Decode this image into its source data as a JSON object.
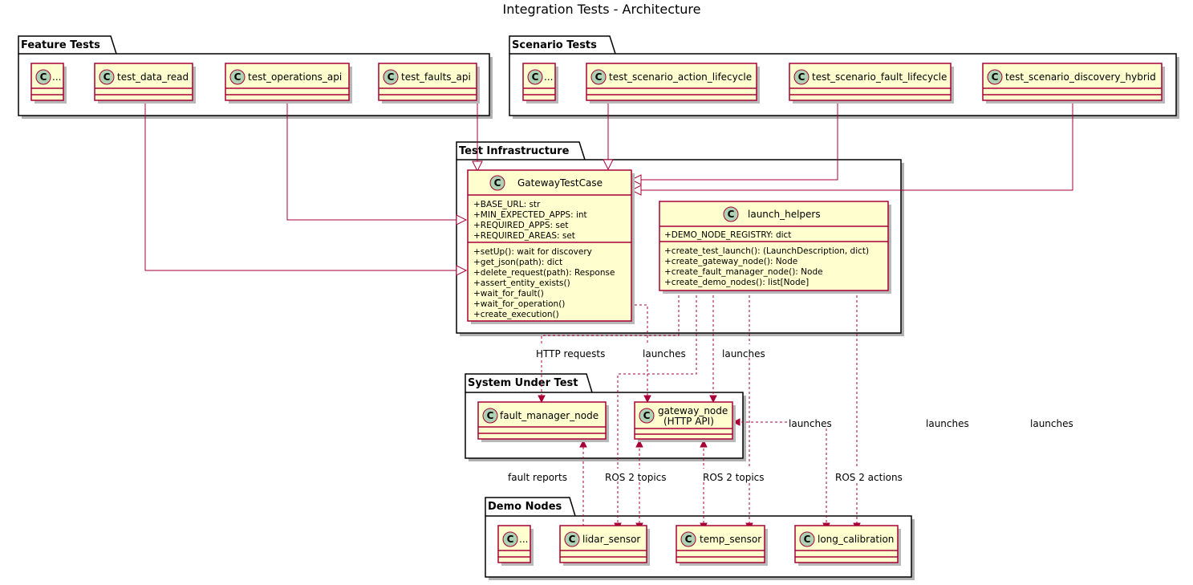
{
  "title": "Integration Tests - Architecture",
  "packages": {
    "feature_tests": {
      "name": "Feature Tests"
    },
    "scenario_tests": {
      "name": "Scenario Tests"
    },
    "test_infrastructure": {
      "name": "Test Infrastructure"
    },
    "system_under_test": {
      "name": "System Under Test"
    },
    "demo_nodes": {
      "name": "Demo Nodes"
    }
  },
  "classes": {
    "feature_ellipsis": {
      "name": "..."
    },
    "test_data_read": {
      "name": "test_data_read"
    },
    "test_operations_api": {
      "name": "test_operations_api"
    },
    "test_faults_api": {
      "name": "test_faults_api"
    },
    "scenario_ellipsis": {
      "name": "..."
    },
    "test_scenario_action_lifecycle": {
      "name": "test_scenario_action_lifecycle"
    },
    "test_scenario_fault_lifecycle": {
      "name": "test_scenario_fault_lifecycle"
    },
    "test_scenario_discovery_hybrid": {
      "name": "test_scenario_discovery_hybrid"
    },
    "gateway_test_case": {
      "name": "GatewayTestCase",
      "fields": [
        "+BASE_URL: str",
        "+MIN_EXPECTED_APPS: int",
        "+REQUIRED_APPS: set",
        "+REQUIRED_AREAS: set"
      ],
      "methods": [
        "+setUp(): wait for discovery",
        "+get_json(path): dict",
        "+delete_request(path): Response",
        "+assert_entity_exists()",
        "+wait_for_fault()",
        "+wait_for_operation()",
        "+create_execution()"
      ]
    },
    "launch_helpers": {
      "name": "launch_helpers",
      "fields": [
        "+DEMO_NODE_REGISTRY: dict"
      ],
      "methods": [
        "+create_test_launch(): (LaunchDescription, dict)",
        "+create_gateway_node(): Node",
        "+create_fault_manager_node(): Node",
        "+create_demo_nodes(): list[Node]"
      ]
    },
    "fault_manager_node": {
      "name": "fault_manager_node"
    },
    "gateway_node": {
      "name_line1": "gateway_node",
      "name_line2": "(HTTP API)"
    },
    "demo_ellipsis": {
      "name": "..."
    },
    "lidar_sensor": {
      "name": "lidar_sensor"
    },
    "temp_sensor": {
      "name": "temp_sensor"
    },
    "long_calibration": {
      "name": "long_calibration"
    }
  },
  "edge_labels": {
    "http_requests": "HTTP requests",
    "launches_1": "launches",
    "launches_2": "launches",
    "launches_3": "launches",
    "launches_4": "launches",
    "launches_5": "launches",
    "fault_reports": "fault reports",
    "ros2_topics_1": "ROS 2 topics",
    "ros2_topics_2": "ROS 2 topics",
    "ros2_actions": "ROS 2 actions"
  },
  "colors": {
    "class_fill": "#FEFECE",
    "class_border": "#A80036",
    "class_icon": "#ADD1B2",
    "edge": "#A80036"
  }
}
